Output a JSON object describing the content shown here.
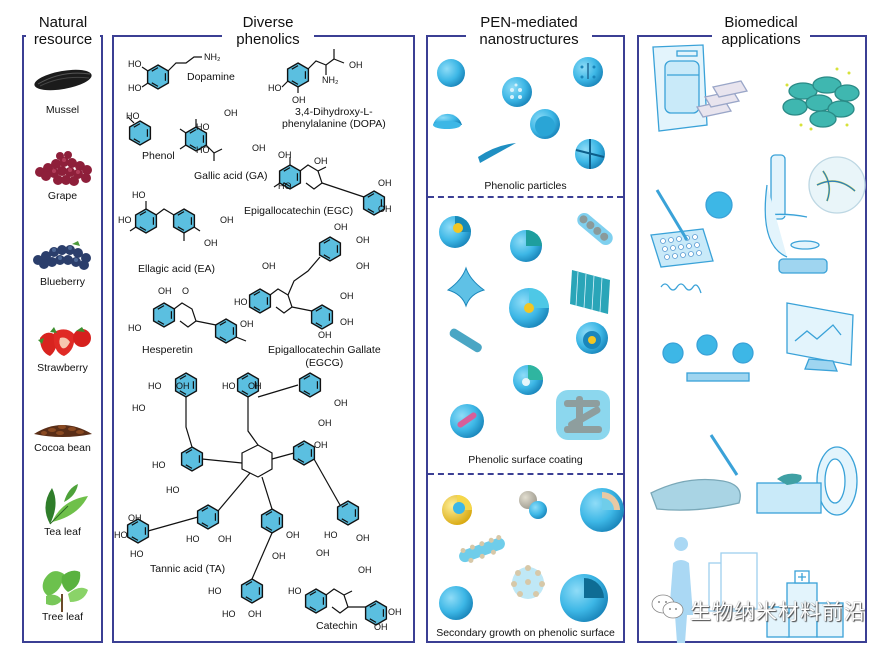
{
  "panels": {
    "natural": {
      "title_line1": "Natural",
      "title_line2": "resource",
      "items": [
        {
          "label": "Mussel",
          "icon": "mussel-icon"
        },
        {
          "label": "Grape",
          "icon": "grape-icon"
        },
        {
          "label": "Blueberry",
          "icon": "blueberry-icon"
        },
        {
          "label": "Strawberry",
          "icon": "strawberry-icon"
        },
        {
          "label": "Cocoa bean",
          "icon": "cocoa-bean-icon"
        },
        {
          "label": "Tea leaf",
          "icon": "tea-leaf-icon"
        },
        {
          "label": "Tree leaf",
          "icon": "tree-leaf-icon"
        }
      ]
    },
    "phenolics": {
      "title_line1": "Diverse",
      "title_line2": "phenolics",
      "compounds": {
        "dopamine": "Dopamine",
        "dopa_line1": "3,4-Dihydroxy-L-",
        "dopa_line2": "phenylalanine (DOPA)",
        "phenol": "Phenol",
        "gallic": "Gallic acid (GA)",
        "egc": "Epigallocatechin (EGC)",
        "ellagic": "Ellagic acid (EA)",
        "hesperetin": "Hesperetin",
        "egcg_line1": "Epigallocatechin Gallate",
        "egcg_line2": "(EGCG)",
        "tannic": "Tannic acid (TA)",
        "catechin": "Catechin"
      },
      "groups": {
        "oh": "OH",
        "ho": "HO",
        "nh2": "NH₂",
        "o": "O"
      }
    },
    "nano": {
      "title_line1": "PEN-mediated",
      "title_line2": "nanostructures",
      "sections": [
        {
          "label": "Phenolic particles"
        },
        {
          "label": "Phenolic surface coating"
        },
        {
          "label": "Secondary growth on phenolic surface"
        }
      ]
    },
    "biomedical": {
      "title_line1": "Biomedical",
      "title_line2": "applications",
      "illustrations": [
        "incubator-icon",
        "cells-icon",
        "well-plate-icon",
        "microscope-icon",
        "neuron-icon",
        "biosensor-icon",
        "monitor-icon",
        "mouse-injection-icon",
        "mri-scanner-icon",
        "human-body-icon",
        "medical-report-icon",
        "hospital-icon"
      ]
    }
  },
  "colors": {
    "border": "#3b3f94",
    "ring_fill": "#5bbfe0",
    "particle": "#3db7e6",
    "particle_dark": "#1f8fc2",
    "gold": "#e8c22a"
  },
  "watermark": "生物纳米材料前沿"
}
